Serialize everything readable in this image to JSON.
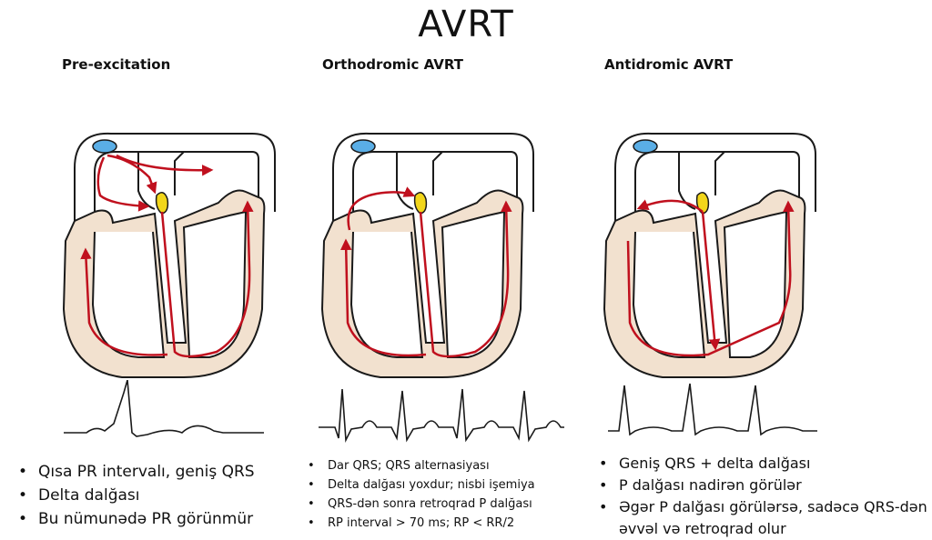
{
  "title": "AVRT",
  "panels": [
    {
      "heading": "Pre-excitation",
      "bullets": [
        "Qısa PR intervalı, geniş QRS",
        "Delta dalğası",
        "Bu nümunədə PR görünmür"
      ]
    },
    {
      "heading": "Orthodromic AVRT",
      "bullets": [
        "Dar QRS; QRS alternasiyası",
        "Delta dalğası yoxdur; nisbi işemiya",
        "QRS-dən sonra retroqrad P dalğası",
        "RP interval > 70 ms; RP < RR/2"
      ]
    },
    {
      "heading": "Antidromic AVRT",
      "bullets": [
        "Geniş QRS + delta dalğası",
        "P dalğası nadirən görülər",
        "Əgər P dalğası görülərsə, sadəcə QRS-dən",
        "əvvəl və retroqrad olur"
      ]
    }
  ],
  "colors": {
    "arrow": "#c0101e",
    "myocardium": "#f2e1cf",
    "outline": "#1a1a1a",
    "sa_node": "#5aaee6",
    "av_node": "#f2d61a"
  },
  "icons": [
    "heart-diagram",
    "sa-node",
    "av-node",
    "conduction-arrow",
    "ecg-trace"
  ]
}
